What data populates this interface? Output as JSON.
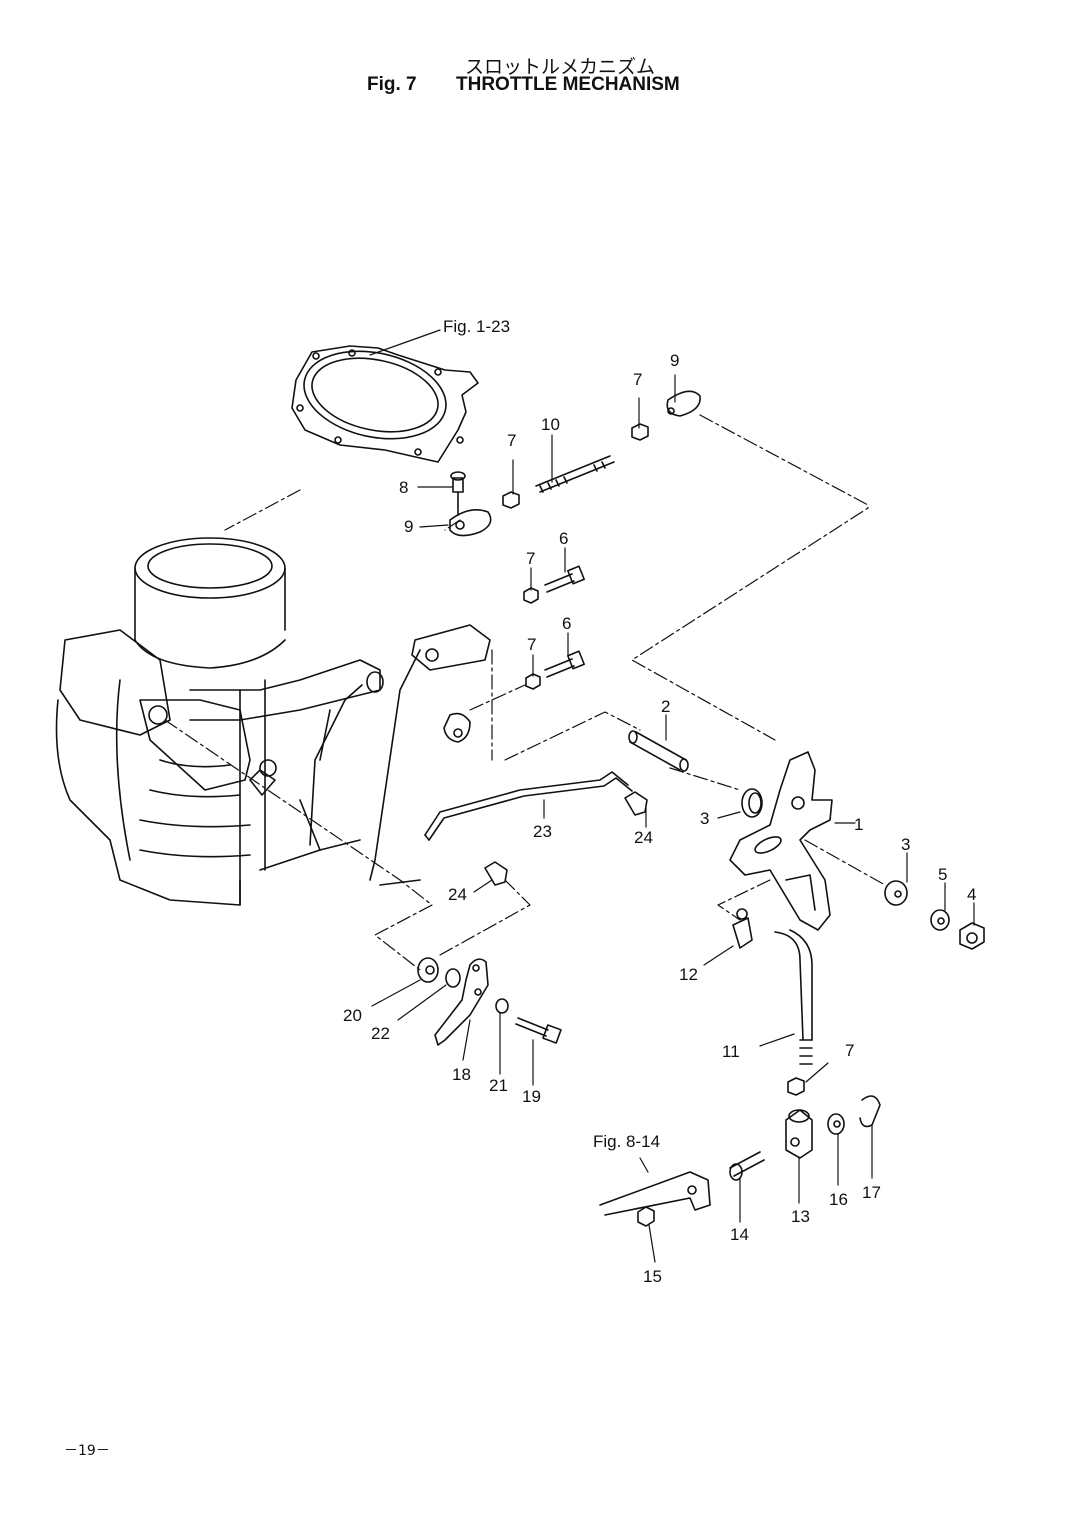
{
  "title": {
    "japanese": "スロットルメカニズム",
    "figure_number": "Fig. 7",
    "figure_name": "THROTTLE MECHANISM"
  },
  "references": [
    "Fig. 1-23",
    "Fig. 8-14"
  ],
  "callouts": [
    "1",
    "2",
    "3",
    "3",
    "4",
    "5",
    "6",
    "6",
    "7",
    "7",
    "7",
    "7",
    "7",
    "8",
    "9",
    "9",
    "10",
    "11",
    "12",
    "13",
    "14",
    "15",
    "16",
    "17",
    "18",
    "19",
    "20",
    "21",
    "22",
    "23",
    "24",
    "24"
  ],
  "page_number": "－19－"
}
